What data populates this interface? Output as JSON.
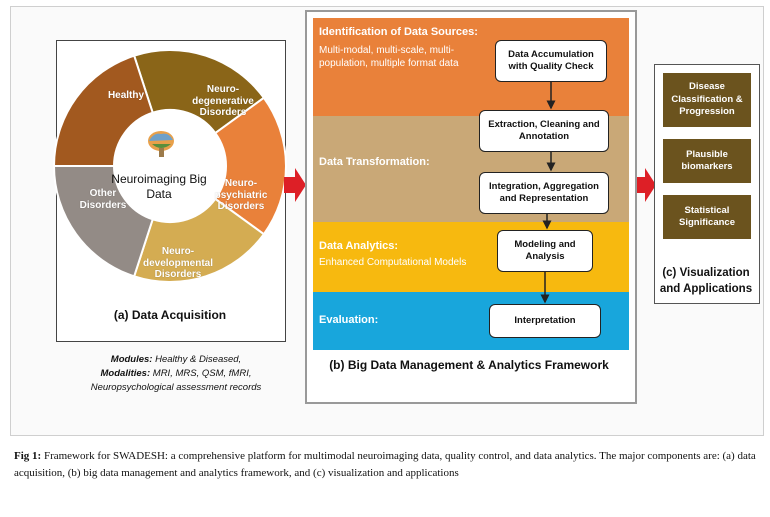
{
  "panel_a": {
    "segments": [
      {
        "label": "Healthy",
        "color": "#8a6518"
      },
      {
        "label": "Neuro-degenerative Disorders",
        "color": "#e9813a"
      },
      {
        "label": "Neuro-psychiatric Disorders",
        "color": "#d4ac52"
      },
      {
        "label": "Neuro-developmental Disorders",
        "color": "#938b86"
      },
      {
        "label": "Other Disorders",
        "color": "#a2591f"
      }
    ],
    "center_label": "Neuroimaging Big Data",
    "caption": "(a) Data Acquisition",
    "modules_label": "Modules:",
    "modules_value": "Healthy & Diseased,",
    "modalities_label": "Modalities:",
    "modalities_value": "MRI, MRS, QSM, fMRI,",
    "records_line": "Neuropsychological assessment records"
  },
  "panel_b": {
    "bands": [
      {
        "title": "Identification of Data Sources:",
        "subtitle": "Multi-modal, multi-scale, multi-population, multiple format data",
        "color": "#e9813a"
      },
      {
        "title": "Data Transformation:",
        "subtitle": "",
        "color": "#c9a877"
      },
      {
        "title": "Data Analytics:",
        "subtitle": "Enhanced Computational Models",
        "color": "#f7b90f"
      },
      {
        "title": "Evaluation:",
        "subtitle": "",
        "color": "#18a6dc"
      }
    ],
    "process_boxes": [
      "Data Accumulation with Quality Check",
      "Extraction, Cleaning and Annotation",
      "Integration, Aggregation and Representation",
      "Modeling and Analysis",
      "Interpretation"
    ],
    "caption": "(b) Big Data Management & Analytics Framework"
  },
  "panel_c": {
    "boxes": [
      "Disease Classification & Progression",
      "Plausible biomarkers",
      "Statistical Significance"
    ],
    "caption": "(c) Visualization and Applications"
  },
  "figure_caption": {
    "label": "Fig 1:",
    "text": "Framework for SWADESH: a comprehensive platform for multimodal neuroimaging data, quality control, and data analytics. The major components are: (a) data acquisition, (b) big data management and analytics framework, and (c) visualization and applications"
  },
  "colors": {
    "arrow": "#dd1f26",
    "panel_c_box": "#6b531e"
  }
}
